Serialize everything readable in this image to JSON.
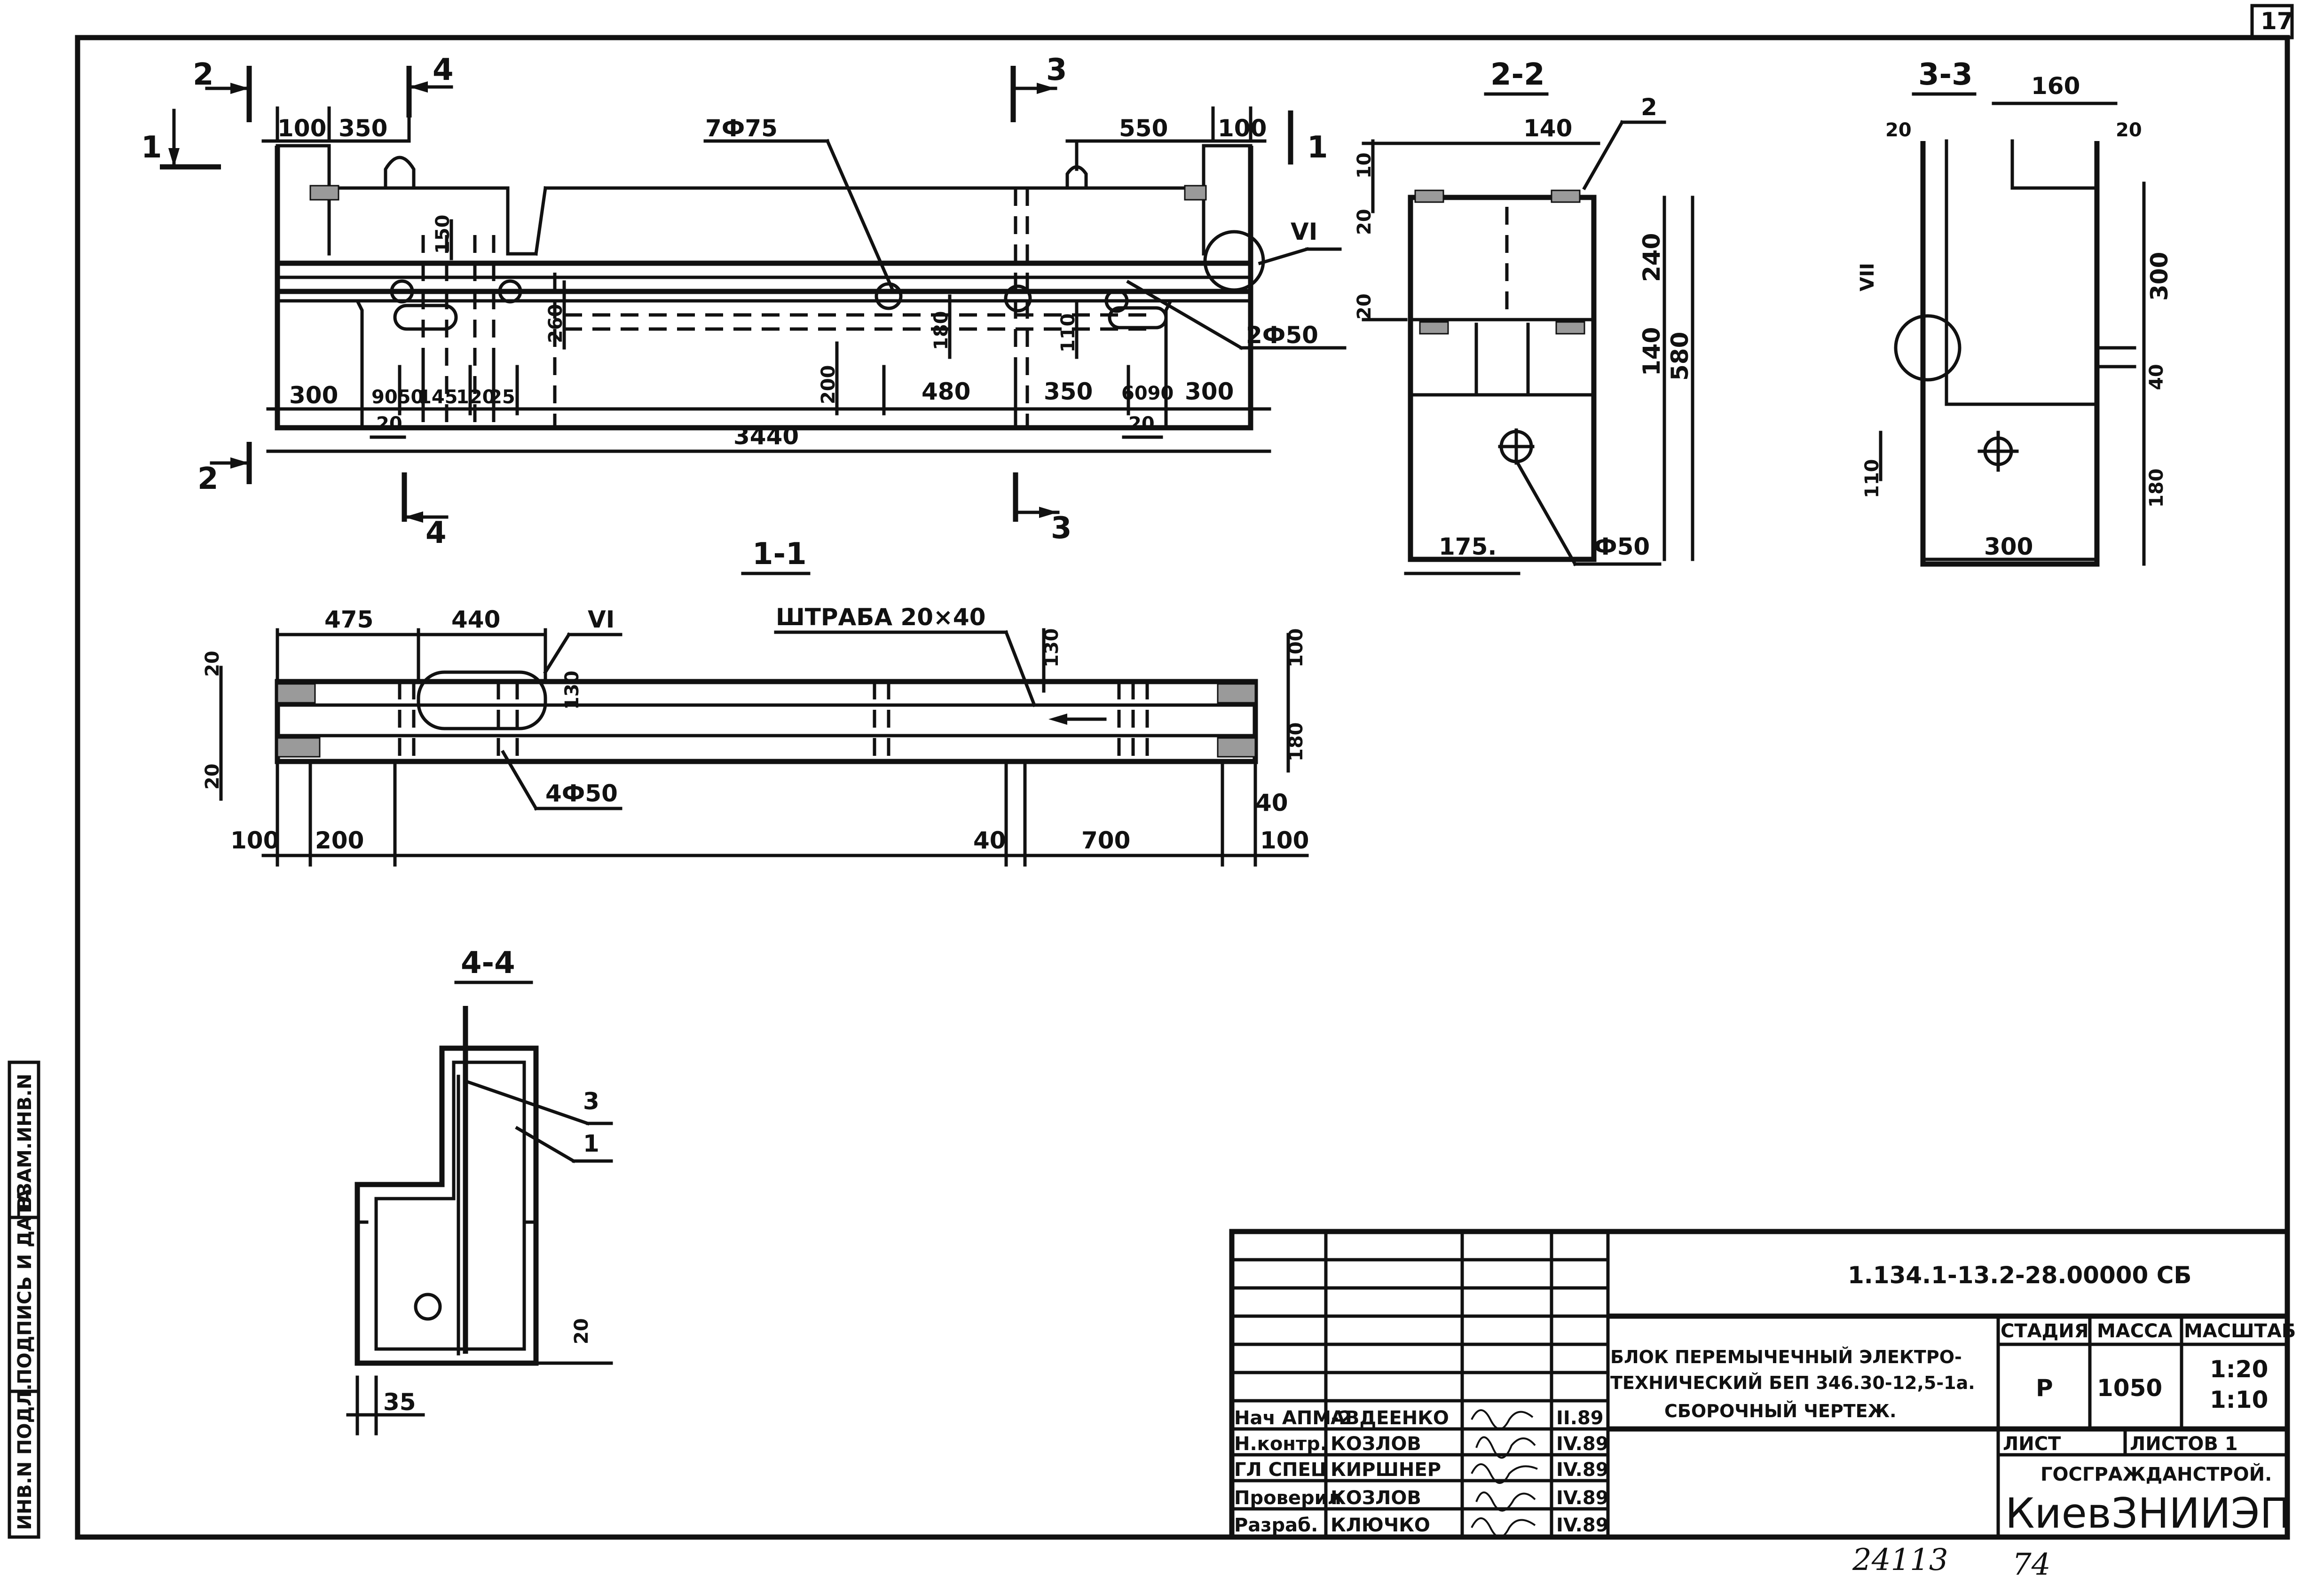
{
  "sheet": {
    "sheet_no": "17",
    "footer_left": "24113",
    "footer_right": "74"
  },
  "side_stamp": {
    "inv_podl": "ИНВ.N ПОДЛ.",
    "podpis": "ПОДПИСЬ И ДАТА",
    "vzam": "ВЗАМ.ИНВ.N"
  },
  "views": {
    "main": {
      "cut_2_top": "2",
      "cut_4_top": "4",
      "cut_3_top": "3",
      "cut_1_left": "1",
      "cut_1_right": "1",
      "cut_2_bottom": "2",
      "cut_4_bottom": "4",
      "cut_3_bottom": "3",
      "dim_100_l": "100",
      "dim_350_l": "350",
      "dim_550_r": "550",
      "dim_100_r": "100",
      "dim_150": "150",
      "dim_260": "260",
      "dim_200": "200",
      "dim_180": "180",
      "dim_110": "110",
      "dim_300_l": "300",
      "dim_9050": "9050",
      "dim_145": "145",
      "dim_120": "120",
      "dim_25": "25",
      "dim_20_l": "20",
      "dim_480": "480",
      "dim_350_m": "350",
      "dim_6090": "6090",
      "dim_300_r": "300",
      "dim_20_r": "20",
      "dim_3440": "3440",
      "callout_7f75": "7Ф75",
      "callout_2f50": "2Ф50",
      "callout_VI": "VI"
    },
    "sec_2_2": {
      "title": "2-2",
      "dim_140_top": "140",
      "dim_10": "10",
      "dim_20_a": "20",
      "dim_240": "240",
      "dim_20_b": "20",
      "dim_140_mid": "140",
      "dim_580": "580",
      "dim_175": "175.",
      "callout_f50": "Ф50",
      "callout_2": "2"
    },
    "sec_3_3": {
      "title": "3-3",
      "dim_160": "160",
      "dim_20_l": "20",
      "dim_20_r": "20",
      "dim_300_v": "300",
      "dim_40": "40",
      "dim_110": "110",
      "dim_180": "180",
      "dim_300_h": "300",
      "callout_VII": "VII"
    },
    "sec_1_1": {
      "title": "1-1",
      "dim_475": "475",
      "dim_440": "440",
      "callout_VI": "VI",
      "callout_shtraba": "ШТРАБА 20×40",
      "dim_130": "130",
      "dim_100_top": "100",
      "dim_180": "180",
      "dim_20_top": "20",
      "dim_20_bot": "20",
      "dim_100_l": "100",
      "dim_200": "200",
      "dim_40_l": "40",
      "dim_700": "700",
      "dim_40_r": "40",
      "dim_100_r": "100",
      "dim_130_small": "130",
      "callout_4f50": "4Ф50"
    },
    "sec_4_4": {
      "title": "4-4",
      "callout_3": "3",
      "callout_1": "1",
      "dim_20": "20",
      "dim_35": "35"
    }
  },
  "title_block": {
    "doc_code": "1.134.1-13.2-28.00000 СБ",
    "title_line1": "БЛОК ПЕРЕМЫЧЕЧНЫЙ ЭЛЕКТРО-",
    "title_line2": "ТЕХНИЧЕСКИЙ БЕП 346.30-12,5-1а.",
    "title_line3": "СБОРОЧНЫЙ ЧЕРТЕЖ.",
    "stage_label": "СТАДИЯ",
    "mass_label": "МАССА",
    "scale_label": "МАСШТАБ",
    "stage_value": "Р",
    "mass_value": "1050",
    "scale_1": "1:20",
    "scale_2": "1:10",
    "sheet_label": "ЛИСТ",
    "sheets_label": "ЛИСТОВ 1",
    "org_1": "ГОСГРАЖДАНСТРОЙ.",
    "org_2": "КиевЗНИИЭП",
    "signatures": [
      {
        "role": "Нач АПМ-2",
        "name": "АВДЕЕНКО",
        "date": "II.89"
      },
      {
        "role": "Н.контр.",
        "name": "КОЗЛОВ",
        "date": "IV.89"
      },
      {
        "role": "ГЛ СПЕЦ",
        "name": "КИРШНЕР",
        "date": "IV.89"
      },
      {
        "role": "Проверил",
        "name": "КОЗЛОВ",
        "date": "IV.89"
      },
      {
        "role": "Разраб.",
        "name": "КЛЮЧКО",
        "date": "IV.89"
      }
    ]
  }
}
